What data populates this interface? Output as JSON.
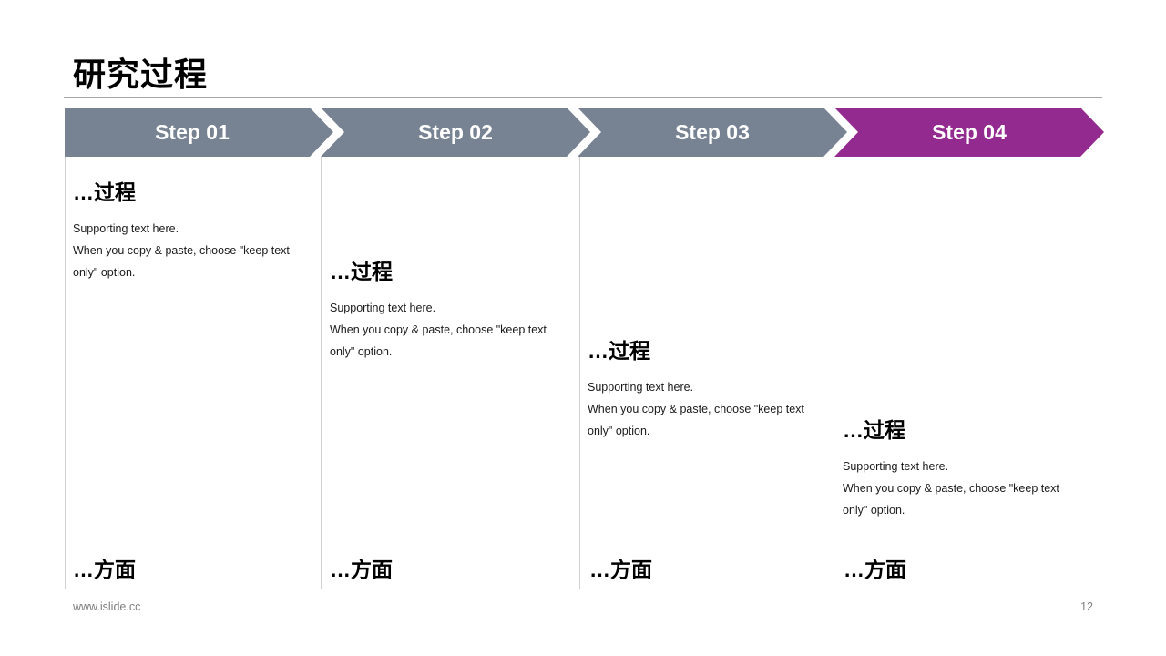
{
  "title": "研究过程",
  "colors": {
    "step_inactive": "#778392",
    "step_active": "#932a8f",
    "divider": "#d0d0d0"
  },
  "steps": [
    {
      "label": "Step 01",
      "heading": "…过程",
      "text_line1": "Supporting  text here.",
      "text_line2": "When  you copy & paste, choose \"keep text",
      "text_line3": "only\" option.",
      "bottom_heading": "…方面"
    },
    {
      "label": "Step 02",
      "heading": "…过程",
      "text_line1": "Supporting  text here.",
      "text_line2": "When  you copy & paste, choose \"keep text",
      "text_line3": "only\" option.",
      "bottom_heading": "…方面"
    },
    {
      "label": "Step 03",
      "heading": "…过程",
      "text_line1": "Supporting  text here.",
      "text_line2": "When  you copy & paste, choose \"keep text",
      "text_line3": "only\" option.",
      "bottom_heading": "…方面"
    },
    {
      "label": "Step 04",
      "heading": "…过程",
      "text_line1": "Supporting  text here.",
      "text_line2": "When  you copy & paste, choose \"keep text",
      "text_line3": "only\" option.",
      "bottom_heading": "…方面"
    }
  ],
  "footer": {
    "url": "www.islide.cc",
    "page_number": "12"
  }
}
